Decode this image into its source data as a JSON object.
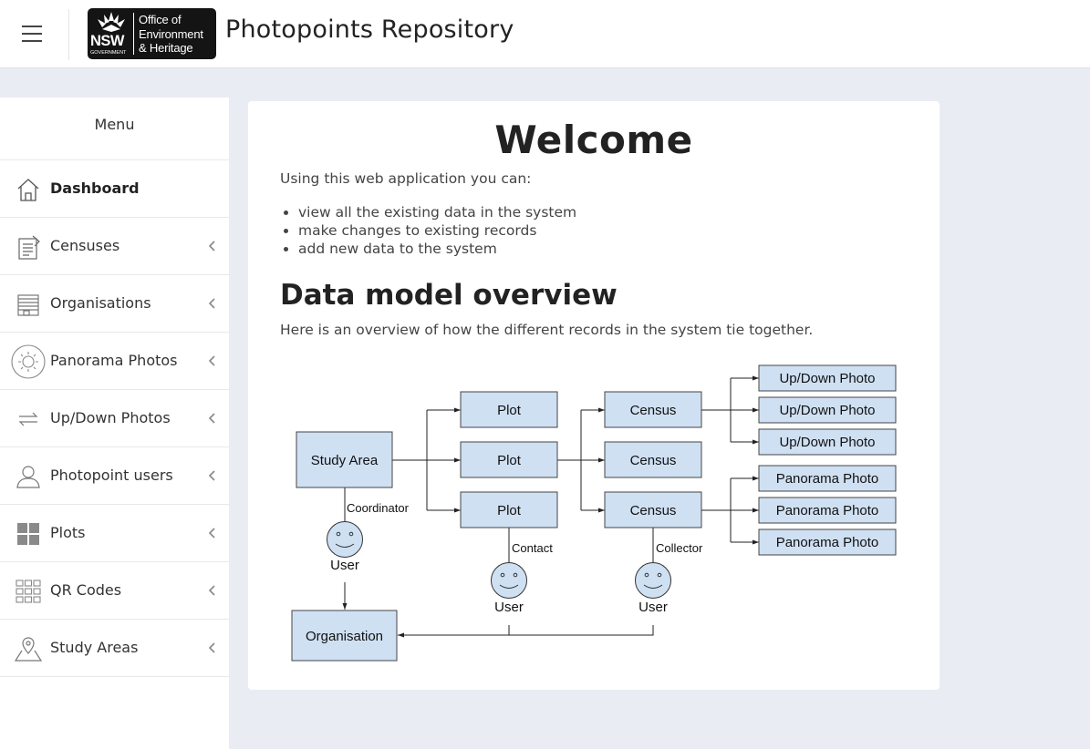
{
  "header": {
    "title": "Photopoints Repository",
    "logo": {
      "emblem_text": "NSW",
      "emblem_subtext": "GOVERNMENT",
      "org_line1": "Office of",
      "org_line2": "Environment",
      "org_line3": "& Heritage"
    }
  },
  "sidebar": {
    "heading": "Menu",
    "items": [
      {
        "label": "Dashboard",
        "icon": "home-icon",
        "active": true
      },
      {
        "label": "Censuses",
        "icon": "notepad-icon"
      },
      {
        "label": "Organisations",
        "icon": "building-icon"
      },
      {
        "label": "Panorama Photos",
        "icon": "sun-icon"
      },
      {
        "label": "Up/Down Photos",
        "icon": "swap-arrows-icon"
      },
      {
        "label": "Photopoint users",
        "icon": "user-icon"
      },
      {
        "label": "Plots",
        "icon": "grid-icon"
      },
      {
        "label": "QR Codes",
        "icon": "dots-grid-icon"
      },
      {
        "label": "Study Areas",
        "icon": "map-pin-icon"
      }
    ]
  },
  "main": {
    "title": "Welcome",
    "intro": "Using this web application you can:",
    "bullets": [
      "view all the existing data in the system",
      "make changes to existing records",
      "add new data to the system"
    ],
    "section_title": "Data model overview",
    "section_text": "Here is an overview of how the different records in the system tie together."
  },
  "diagram": {
    "study_area": "Study Area",
    "plots": [
      "Plot",
      "Plot",
      "Plot"
    ],
    "censuses": [
      "Census",
      "Census",
      "Census"
    ],
    "updown_photos": [
      "Up/Down Photo",
      "Up/Down Photo",
      "Up/Down Photo"
    ],
    "panorama_photos": [
      "Panorama Photo",
      "Panorama Photo",
      "Panorama Photo"
    ],
    "organisation": "Organisation",
    "roles": [
      "Coordinator",
      "Contact",
      "Collector"
    ],
    "users": [
      "User",
      "User",
      "User"
    ]
  },
  "colors": {
    "page_bg": "#e9edf3",
    "node_fill": "#cfe0f3",
    "logo_bg": "#141414"
  }
}
